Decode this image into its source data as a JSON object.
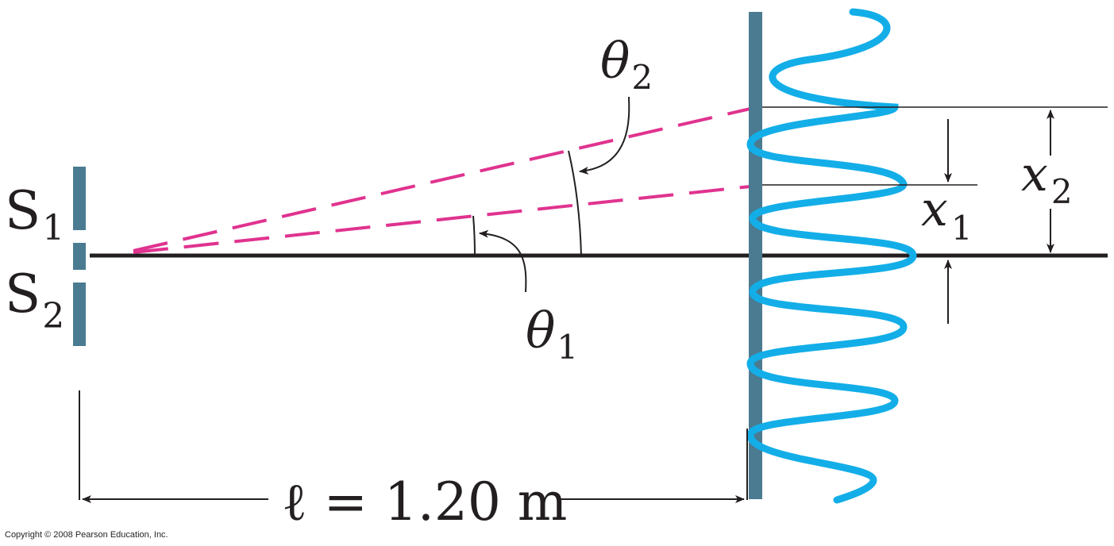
{
  "labels": {
    "s1": {
      "main": "S",
      "sub": "1"
    },
    "s2": {
      "main": "S",
      "sub": "2"
    },
    "theta1": {
      "main": "θ",
      "sub": "1"
    },
    "theta2": {
      "main": "θ",
      "sub": "2"
    },
    "x1": {
      "main": "x",
      "sub": "1"
    },
    "x2": {
      "main": "x",
      "sub": "2"
    },
    "length": "ℓ = 1.20 m"
  },
  "copyright": "Copyright © 2008 Pearson Education, Inc.",
  "colors": {
    "barrier": "#4a7b91",
    "rays": "#e0338f",
    "wave": "#13aee8",
    "ink": "#231f20"
  }
}
